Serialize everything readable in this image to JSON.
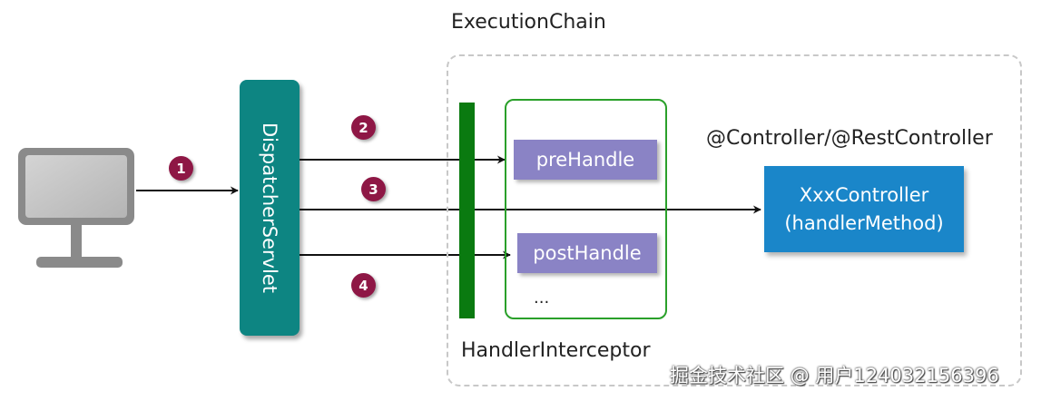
{
  "execution_chain": {
    "title": "ExecutionChain"
  },
  "dispatcher": {
    "label": "DispatcherServlet"
  },
  "interceptor": {
    "title": "HandlerInterceptor",
    "pre_handle": "preHandle",
    "post_handle": "postHandle",
    "ellipsis": "..."
  },
  "controller": {
    "annotation": "@Controller/@RestController",
    "line1": "XxxController",
    "line2": "(handlerMethod)"
  },
  "steps": [
    "1",
    "2",
    "3",
    "4"
  ],
  "watermark": "掘金技术社区 @ 用户124032156396",
  "icons": {
    "client": "desktop-monitor-icon"
  },
  "colors": {
    "dispatcher": "#0d8582",
    "interceptor_bar": "#0a7a10",
    "interceptor_border": "#2aa02a",
    "method_box": "#8a83c5",
    "controller_box": "#1a86c9",
    "step_badge": "#8e1745"
  }
}
